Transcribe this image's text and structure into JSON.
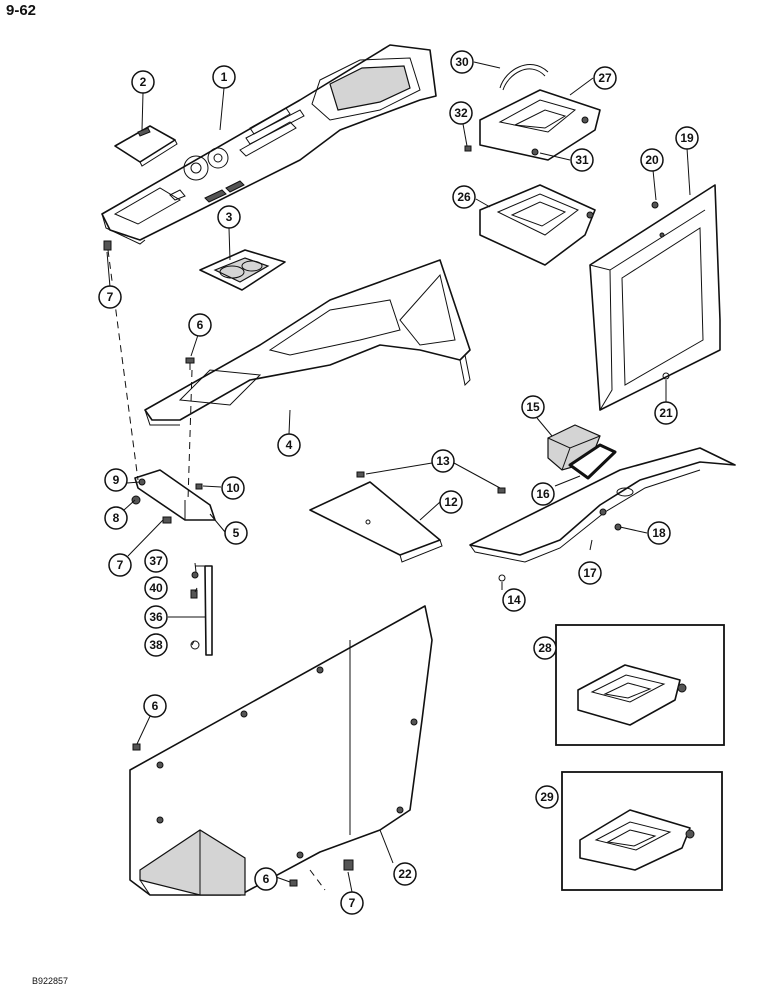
{
  "page": {
    "page_number": "9-62",
    "drawing_number": "B922857"
  },
  "callouts": [
    {
      "id": "c1",
      "label": "1"
    },
    {
      "id": "c2",
      "label": "2"
    },
    {
      "id": "c3",
      "label": "3"
    },
    {
      "id": "c4",
      "label": "4"
    },
    {
      "id": "c5",
      "label": "5"
    },
    {
      "id": "c6a",
      "label": "6"
    },
    {
      "id": "c6b",
      "label": "6"
    },
    {
      "id": "c6c",
      "label": "6"
    },
    {
      "id": "c7a",
      "label": "7"
    },
    {
      "id": "c7b",
      "label": "7"
    },
    {
      "id": "c7c",
      "label": "7"
    },
    {
      "id": "c8",
      "label": "8"
    },
    {
      "id": "c9",
      "label": "9"
    },
    {
      "id": "c10",
      "label": "10"
    },
    {
      "id": "c12",
      "label": "12"
    },
    {
      "id": "c13",
      "label": "13"
    },
    {
      "id": "c14",
      "label": "14"
    },
    {
      "id": "c15",
      "label": "15"
    },
    {
      "id": "c16",
      "label": "16"
    },
    {
      "id": "c17",
      "label": "17"
    },
    {
      "id": "c18",
      "label": "18"
    },
    {
      "id": "c19",
      "label": "19"
    },
    {
      "id": "c20",
      "label": "20"
    },
    {
      "id": "c21",
      "label": "21"
    },
    {
      "id": "c22",
      "label": "22"
    },
    {
      "id": "c26",
      "label": "26"
    },
    {
      "id": "c27",
      "label": "27"
    },
    {
      "id": "c28",
      "label": "28"
    },
    {
      "id": "c29",
      "label": "29"
    },
    {
      "id": "c30",
      "label": "30"
    },
    {
      "id": "c31",
      "label": "31"
    },
    {
      "id": "c32",
      "label": "32"
    },
    {
      "id": "c36",
      "label": "36"
    },
    {
      "id": "c37",
      "label": "37"
    },
    {
      "id": "c38",
      "label": "38"
    },
    {
      "id": "c40",
      "label": "40"
    }
  ]
}
